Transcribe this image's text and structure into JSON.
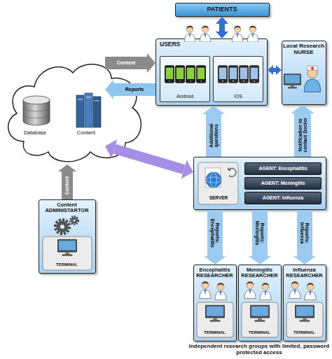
{
  "diagram": {
    "caption": "Independent research groups with limited, password protected access",
    "nodes": [
      {
        "text": [
          "PATIENTS"
        ]
      },
      {
        "text": [
          "USERS"
        ]
      },
      {
        "text": [
          "Android"
        ],
        "in": 1
      },
      {
        "text": [
          "iOS"
        ],
        "in": 1
      },
      {
        "text": [
          "Local Research NURSE"
        ]
      },
      {
        "text": [
          "Database",
          "Content"
        ]
      },
      {
        "text": [
          "SERVER"
        ]
      },
      {
        "text": [
          "AGENT: Encephalitis"
        ],
        "in": 6
      },
      {
        "text": [
          "AGENT: Meningitis"
        ],
        "in": 6
      },
      {
        "text": [
          "AGENT: Influenza"
        ],
        "in": 6
      },
      {
        "text": [
          "Content ADMINISTARTOR",
          "TERMINAL"
        ]
      },
      {
        "text": [
          "Encephalitis RESEARCHER",
          "TERMINAL"
        ]
      },
      {
        "text": [
          "Meningitis RESEARCHER",
          "TERMINAL"
        ]
      },
      {
        "text": [
          "Influenza RESEARCHER",
          "TERMINAL"
        ]
      }
    ],
    "edges": [
      {
        "from": 0,
        "to": 1,
        "arrow": "both"
      },
      {
        "from": 5,
        "to": 1,
        "label": "Content",
        "arrow": "to"
      },
      {
        "from": 1,
        "to": 5,
        "label": "Reports",
        "arrow": "to"
      },
      {
        "from": 1,
        "to": 4,
        "arrow": "both"
      },
      {
        "from": 6,
        "to": 1,
        "label": "Additional questions",
        "arrow": "to"
      },
      {
        "from": 6,
        "to": 4,
        "label": "Notification to contact Doctor",
        "arrow": "to"
      },
      {
        "from": 5,
        "to": 6,
        "arrow": "both"
      },
      {
        "from": 10,
        "to": 5,
        "label": "Content",
        "arrow": "to"
      },
      {
        "from": 6,
        "to": 11,
        "label": "Reports: Encephalitis",
        "arrow": "to"
      },
      {
        "from": 6,
        "to": 12,
        "label": "Reports: Meningitis",
        "arrow": "to"
      },
      {
        "from": 6,
        "to": 13,
        "label": "Reports: Influenza",
        "arrow": "to"
      }
    ]
  }
}
